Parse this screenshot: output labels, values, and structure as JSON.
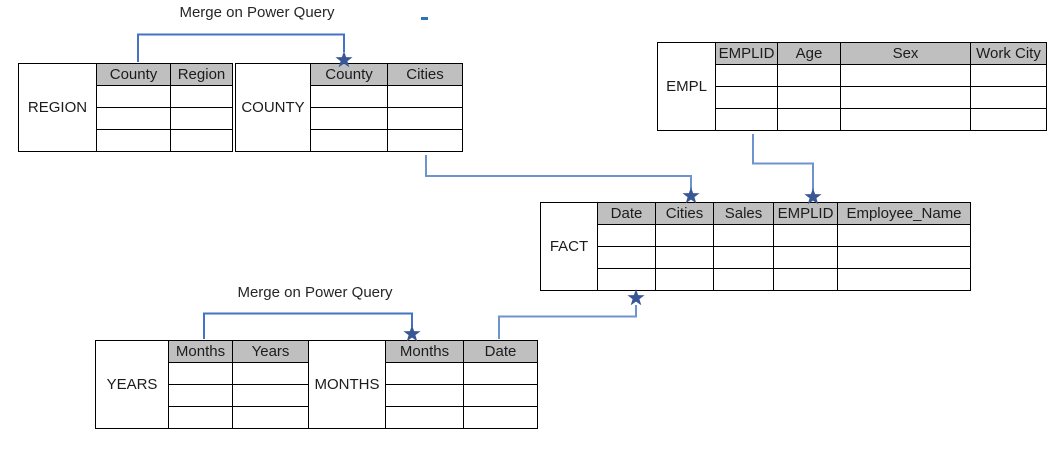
{
  "labels": {
    "merge_top": "Merge on Power Query",
    "merge_bottom": "Merge on Power Query"
  },
  "tables": {
    "region": {
      "label": "REGION",
      "columns": [
        "County",
        "Region"
      ],
      "empty_rows": 3
    },
    "county": {
      "label": "COUNTY",
      "columns": [
        "County",
        "Cities"
      ],
      "empty_rows": 3
    },
    "empl": {
      "label": "EMPL",
      "columns": [
        "EMPLID",
        "Age",
        "Sex",
        "Work City"
      ],
      "empty_rows": 3
    },
    "fact": {
      "label": "FACT",
      "columns": [
        "Date",
        "Cities",
        "Sales",
        "EMPLID",
        "Employee_Name"
      ],
      "empty_rows": 3
    },
    "years": {
      "label": "YEARS",
      "columns": [
        "Months",
        "Years"
      ],
      "empty_rows": 3
    },
    "months": {
      "label": "MONTHS",
      "columns": [
        "Months",
        "Date"
      ],
      "empty_rows": 3
    }
  },
  "connections": [
    {
      "from": "REGION.County",
      "to": "COUNTY.County",
      "marker": "star",
      "caption": "Merge on Power Query"
    },
    {
      "from": "COUNTY.Cities",
      "to": "FACT.Cities",
      "marker": "star",
      "caption": ""
    },
    {
      "from": "EMPL.EMPLID",
      "to": "FACT.EMPLID",
      "marker": "star",
      "caption": ""
    },
    {
      "from": "YEARS.Months",
      "to": "MONTHS.Months",
      "marker": "star",
      "caption": "Merge on Power Query"
    },
    {
      "from": "MONTHS.Date",
      "to": "FACT.Date",
      "marker": "star",
      "caption": ""
    }
  ],
  "colors": {
    "header_fill": "#BFBFBF",
    "table_border": "#000000",
    "connector_dark": "#4472C4",
    "connector_light": "#6E93CF",
    "star_fill": "#3A5795",
    "caption_text": "#262626"
  }
}
